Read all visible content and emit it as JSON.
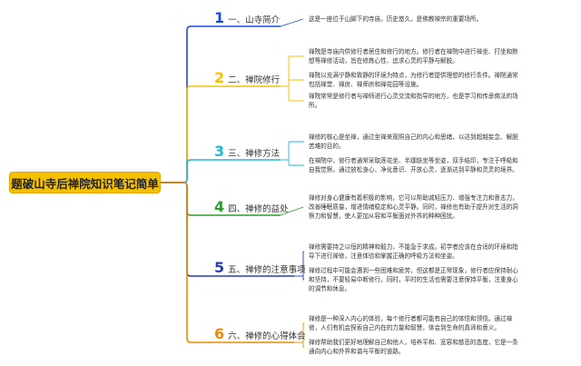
{
  "title": "题破山寺后禅院知识笔记简单",
  "colors": {
    "root_fill": "#f5c000",
    "branch1": "#1a4fd6",
    "branch2": "#f5c000",
    "branch3": "#22b5d8",
    "branch4": "#2d9e2d",
    "branch5": "#2a3bb8",
    "branch6": "#f08a00"
  },
  "branches": [
    {
      "num": "1",
      "label": "一、山寺简介",
      "notes": [
        [
          "这是一座位于山脚下的寺庙，历史悠久，是佛教禅宗的重要场所。"
        ]
      ]
    },
    {
      "num": "2",
      "label": "二、禅院修行",
      "notes": [
        [
          "禅院是寺庙内供修行者居住和修行的地方。修行者在禅院中进行禅坐、打坐和默",
          "想等禅修活动，旨在修炼心性、追求心灵的平静与解脱。"
        ],
        [
          "禅院以充满宁静和致静的环境为特点，为修行者提供理想的修行条件。禅院通常",
          "包括禅堂、禅房、禅师房和禅花园等设施。"
        ],
        [
          "禅院常常是修行者与禅师进行心灵交流和指导的地方，也是学习和传承佛法的场",
          "所。"
        ]
      ]
    },
    {
      "num": "3",
      "label": "三、禅修方法",
      "notes": [
        [
          "禅修的核心是坐禅，通过坐禅来观照自己的内心和思绪，以达到超越妄念、解脱",
          "苦难的目的。"
        ],
        [
          "在禅院中，修行者通常采取莲花坐、半跏趺坐等坐姿，双手结印，专注于呼吸和",
          "自我觉察。通过放松身心、净化意识、开放心灵，逐渐达到平静和灵灵的境界。"
        ]
      ]
    },
    {
      "num": "4",
      "label": "四、禅修的益处",
      "notes": [
        [
          "禅修对身心健康有着积极的影响，它可以帮助减轻压力、增强专注力和意志力，",
          "改善睡眠质量，增进情绪稳定和心灵平静。同时，禅修也有助于提升对生活的洞",
          "察力和智慧，使人更加从容和平衡面对外界的种种困扰。"
        ]
      ]
    },
    {
      "num": "5",
      "label": "五、禅修的注意事项",
      "notes": [
        [
          "禅修需要持之以恒的精神和毅力，不能急于求成。初学者应该在合适的环境和指",
          "导下进行禅修，注意体验和掌握正确的呼吸方法和坐姿。"
        ],
        [
          "禅修过程中可能会遇到一些困难和疲劳，但这都是正常现象，修行者应保持耐心",
          "和坚持，不要轻易中断修行。同时，平时的生活也需要注意保持平衡，注重身心",
          "的调节和休息。"
        ]
      ]
    },
    {
      "num": "6",
      "label": "六、禅修的心得体会",
      "notes": [
        [
          "禅修是一种深入内心的体验，每个修行者都可能有自己的体悟和领悟。通过禅",
          "修，人们有机会探索自己内在的力量和智慧，体会到生命的真谛和意义。"
        ],
        [
          "禅修帮助我们更好地理解自己和他人，培养平和、宽容和慈悲的态度，它是一条",
          "通向内心和外界和谐与平衡的道路。"
        ]
      ]
    }
  ]
}
